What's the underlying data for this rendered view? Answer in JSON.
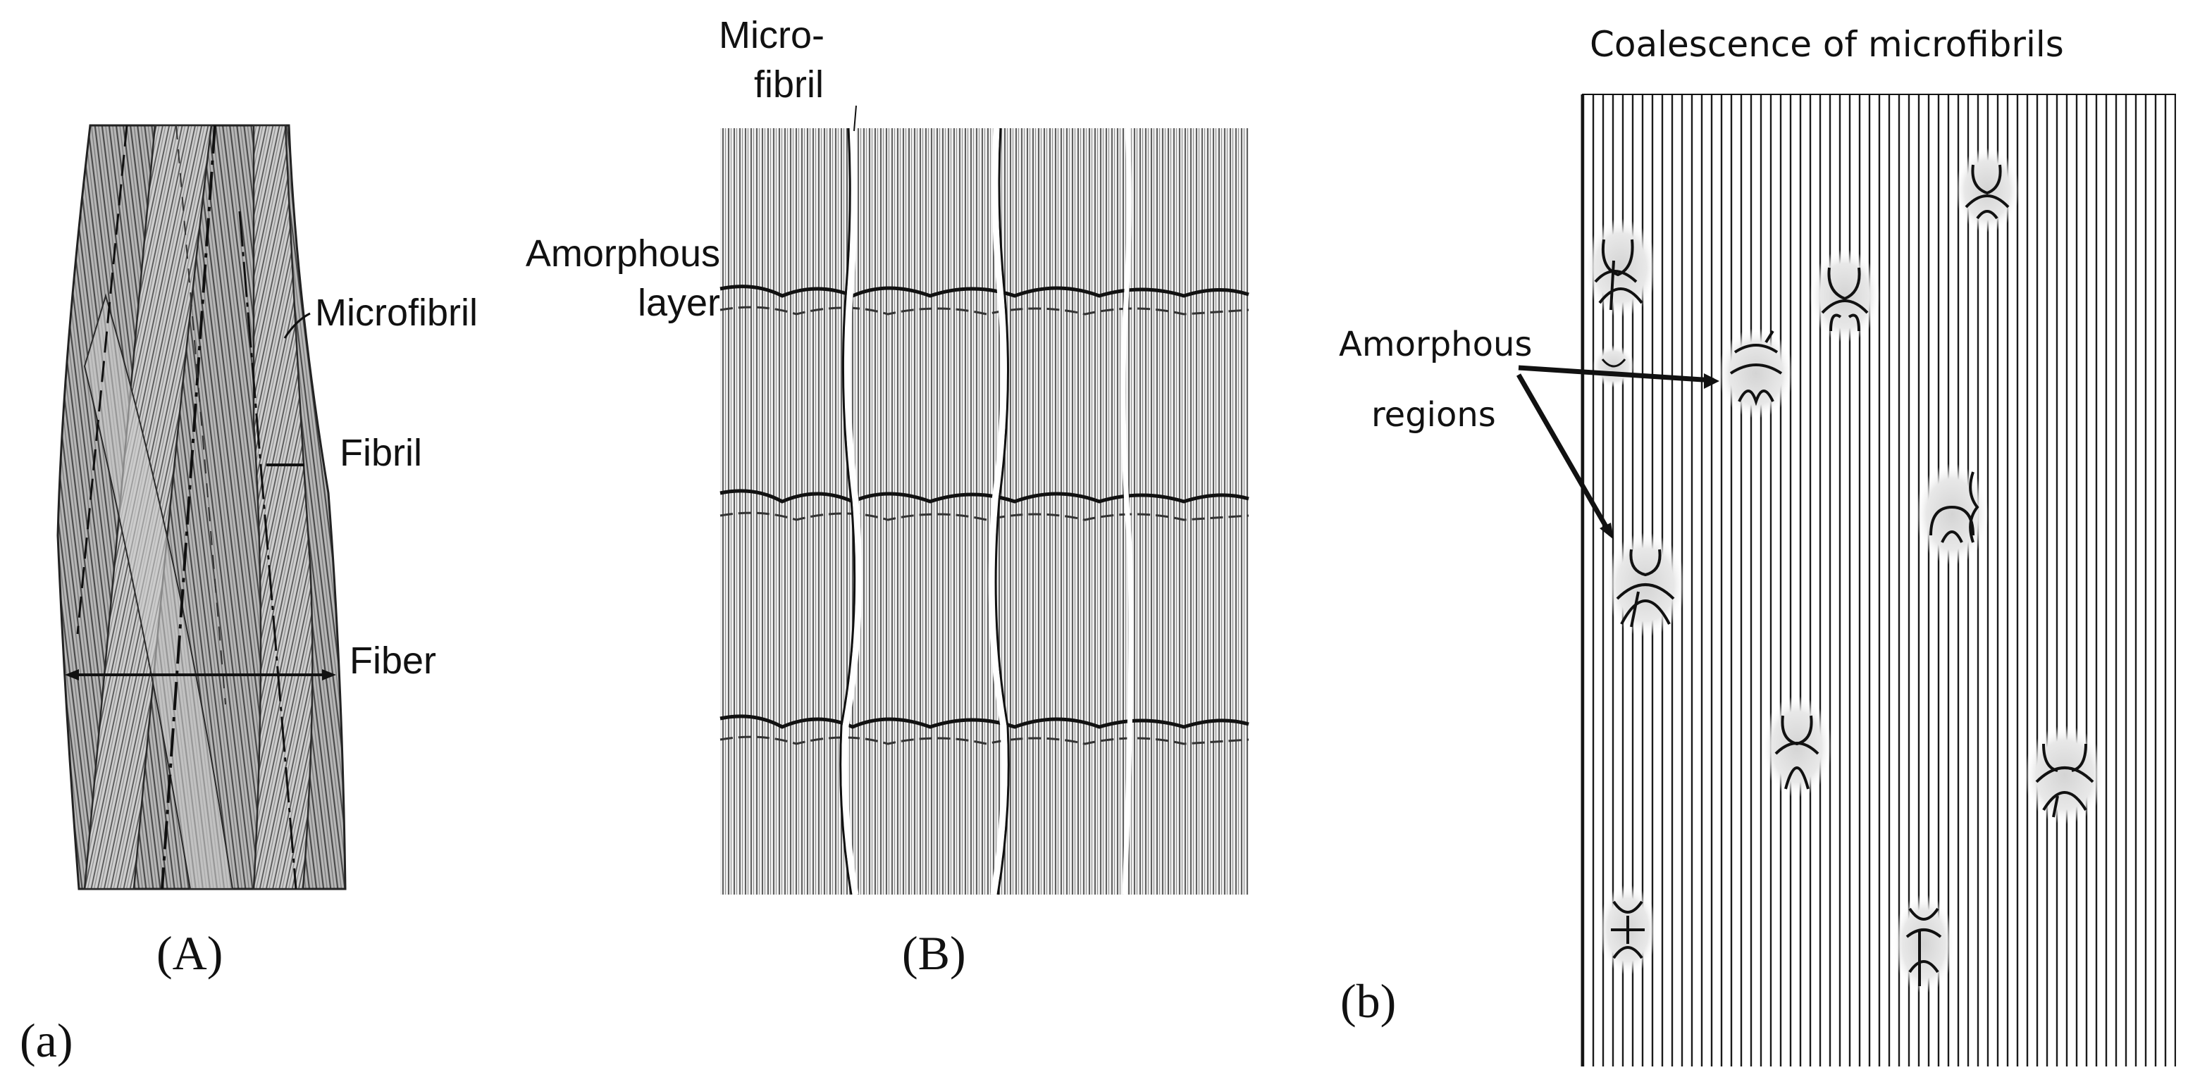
{
  "panel_a": {
    "tag": "(a)",
    "subpanel_A": {
      "caption": "(A)",
      "labels": {
        "microfibril": "Microfibril",
        "fibril": "Fibril",
        "fiber": "Fiber"
      }
    },
    "subpanel_B": {
      "caption": "(B)",
      "labels": {
        "micro_line1": "Micro-",
        "micro_line2": "fibril",
        "amorphous_line1": "Amorphous",
        "amorphous_line2": "layer"
      }
    }
  },
  "panel_b": {
    "tag": "(b)",
    "title": "Coalescence of microfibrils",
    "labels": {
      "amorphous_line1": "Amorphous",
      "amorphous_line2": "regions"
    },
    "amorphous_region_count": 11
  },
  "colors": {
    "ink": "#111111",
    "fiber_gray": "#9a9a9a",
    "stipple_gray": "#d9d9d9",
    "background": "#ffffff"
  }
}
